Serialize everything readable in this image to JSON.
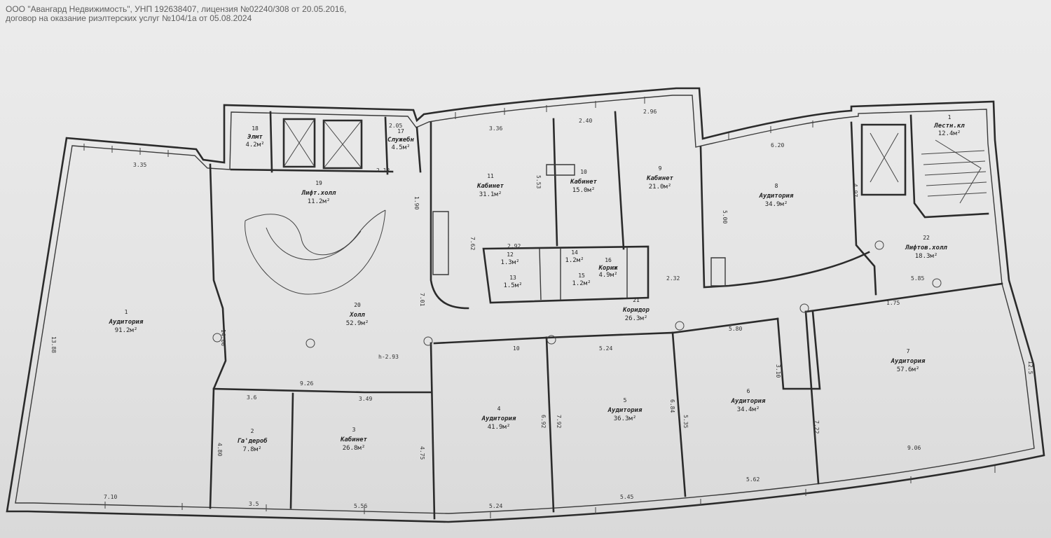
{
  "header": {
    "line1": "ООО \"Авангард Недвижимость\", УНП 192638407, лицензия №02240/308 от 20.05.2016,",
    "line2": "договор на оказание риэлтерских услуг №104/1а от 05.08.2024"
  },
  "rooms": [
    {
      "id": "r1",
      "number": "1",
      "title": "Аудитория",
      "area": "91.2м²"
    },
    {
      "id": "r2",
      "number": "2",
      "title": "Га'дероб",
      "area": "7.8м²"
    },
    {
      "id": "r3",
      "number": "3",
      "title": "Кабинет",
      "area": "26.8м²"
    },
    {
      "id": "r4",
      "number": "4",
      "title": "Аудитория",
      "area": "41.9м²"
    },
    {
      "id": "r5",
      "number": "5",
      "title": "Аудитория",
      "area": "36.3м²"
    },
    {
      "id": "r6",
      "number": "6",
      "title": "Аудитория",
      "area": "34.4м²"
    },
    {
      "id": "r7",
      "number": "7",
      "title": "Аудитория",
      "area": "57.6м²"
    },
    {
      "id": "r8",
      "number": "8",
      "title": "Аудитория",
      "area": "34.9м²"
    },
    {
      "id": "r9",
      "number": "9",
      "title": "Кабинет",
      "area": "21.0м²"
    },
    {
      "id": "r10",
      "number": "10",
      "title": "Кабинет",
      "area": "15.0м²"
    },
    {
      "id": "r11",
      "number": "11",
      "title": "Кабинет",
      "area": "31.1м²"
    },
    {
      "id": "r17",
      "number": "17",
      "title": "Служебн",
      "area": "4.5м²"
    },
    {
      "id": "r18",
      "number": "18",
      "title": "Элмт",
      "area": "4.2м²"
    },
    {
      "id": "r19",
      "number": "19",
      "title": "Лифт.холл",
      "area": "11.2м²"
    },
    {
      "id": "r20",
      "number": "20",
      "title": "Холл",
      "area": "52.9м²"
    },
    {
      "id": "r21",
      "number": "21",
      "title": "Коридор",
      "area": "26.3м²"
    },
    {
      "id": "r22",
      "number": "22",
      "title": "Лифтов.холл",
      "area": "18.3м²"
    },
    {
      "id": "rs",
      "number": "1",
      "title": "Лестн.кл",
      "area": "12.4м²"
    },
    {
      "id": "r16",
      "number": "16",
      "title": "Кориж",
      "area": "4.9м²"
    },
    {
      "id": "r13",
      "number": "13",
      "title": "",
      "area": "1.5м²"
    },
    {
      "id": "r12",
      "number": "12",
      "title": "",
      "area": "1.3м²"
    },
    {
      "id": "r14",
      "number": "14",
      "title": "",
      "area": "1.2м²"
    },
    {
      "id": "r15",
      "number": "15",
      "title": "",
      "area": "1.2м²"
    }
  ],
  "dimensions": [
    {
      "id": "d01",
      "text": "3.35"
    },
    {
      "id": "d02",
      "text": "13.88"
    },
    {
      "id": "d03",
      "text": "7.10"
    },
    {
      "id": "d04",
      "text": "3.5"
    },
    {
      "id": "d05",
      "text": "5.56"
    },
    {
      "id": "d06",
      "text": "5.24"
    },
    {
      "id": "d07",
      "text": "5.45"
    },
    {
      "id": "d08",
      "text": "5.62"
    },
    {
      "id": "d09",
      "text": "9.06"
    },
    {
      "id": "d10",
      "text": "12.5"
    },
    {
      "id": "d11",
      "text": "5.85"
    },
    {
      "id": "d12",
      "text": "1.75"
    },
    {
      "id": "d13",
      "text": "6.20"
    },
    {
      "id": "d14",
      "text": "2.96"
    },
    {
      "id": "d15",
      "text": "2.40"
    },
    {
      "id": "d16",
      "text": "3.36"
    },
    {
      "id": "d17",
      "text": "2.05"
    },
    {
      "id": "d18",
      "text": "14.00"
    },
    {
      "id": "d19",
      "text": "4.80"
    },
    {
      "id": "d20",
      "text": "3.6"
    },
    {
      "id": "d21",
      "text": "9.26"
    },
    {
      "id": "d22",
      "text": "3.49"
    },
    {
      "id": "d23",
      "text": "4.75"
    },
    {
      "id": "d24",
      "text": "6.92"
    },
    {
      "id": "d25",
      "text": "7.92"
    },
    {
      "id": "d26",
      "text": "6.84"
    },
    {
      "id": "d27",
      "text": "5.35"
    },
    {
      "id": "d28",
      "text": "7.22"
    },
    {
      "id": "d29",
      "text": "5.00"
    },
    {
      "id": "d30",
      "text": "3.10"
    },
    {
      "id": "d31",
      "text": "7.62"
    },
    {
      "id": "d32",
      "text": "5.53"
    },
    {
      "id": "d33",
      "text": "2.92"
    },
    {
      "id": "d34",
      "text": "4.97"
    },
    {
      "id": "d35",
      "text": "2.32"
    },
    {
      "id": "d36",
      "text": "5.80"
    },
    {
      "id": "d37",
      "text": "2.12"
    },
    {
      "id": "d38",
      "text": "7.01"
    },
    {
      "id": "d39",
      "text": "h-2.93"
    },
    {
      "id": "d40",
      "text": "10"
    },
    {
      "id": "d41",
      "text": "5.24"
    },
    {
      "id": "d42",
      "text": "1.90"
    }
  ]
}
